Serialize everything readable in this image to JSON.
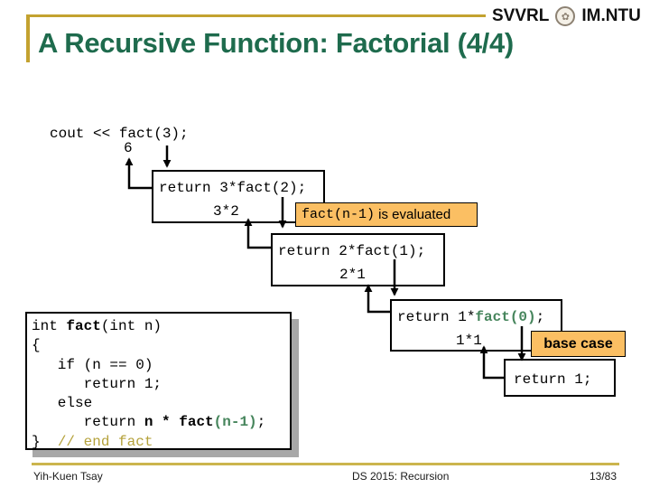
{
  "brand": {
    "svvrl": "SVVRL",
    "imntu": "IM.NTU"
  },
  "header": {
    "title": "A Recursive Function: Factorial (4/4)"
  },
  "trace": {
    "call": "cout << fact(3);",
    "final_value": "6",
    "frames": [
      {
        "line1": "return 3*fact(2);",
        "line2": "3*2"
      },
      {
        "line1": "return 2*fact(1);",
        "line2": "2*1"
      },
      {
        "line1_pre": "return 1*",
        "line1_call": "fact(0)",
        "line1_post": ";",
        "line2": "1*1"
      },
      {
        "line1": "return 1;"
      }
    ],
    "callouts": {
      "evaluated_code": "fact(n-1)",
      "evaluated_label": " is evaluated",
      "base_case": "base case"
    }
  },
  "code": {
    "l1_pre": "int ",
    "l1_name": "fact",
    "l1_post": "(int n)",
    "l2": "{",
    "l3": "   if (n == 0)",
    "l4": "      return 1;",
    "l5": "   else",
    "l6_pre": "      return ",
    "l6_bold": "n * fact",
    "l6_green": "(n-1)",
    "l6_post": ";",
    "l7_brace": "}  ",
    "l7_comment": "// end fact"
  },
  "footer": {
    "author": "Yih-Kuen Tsay",
    "course": "DS 2015: Recursion",
    "page": "13/83"
  },
  "colors": {
    "gold": "#C3A230",
    "footer_gold": "#CBB54E",
    "title_green": "#1E6B4D",
    "callout_orange": "#FBBF63",
    "code_green": "#46855C",
    "comment_olive": "#B5A23C"
  }
}
